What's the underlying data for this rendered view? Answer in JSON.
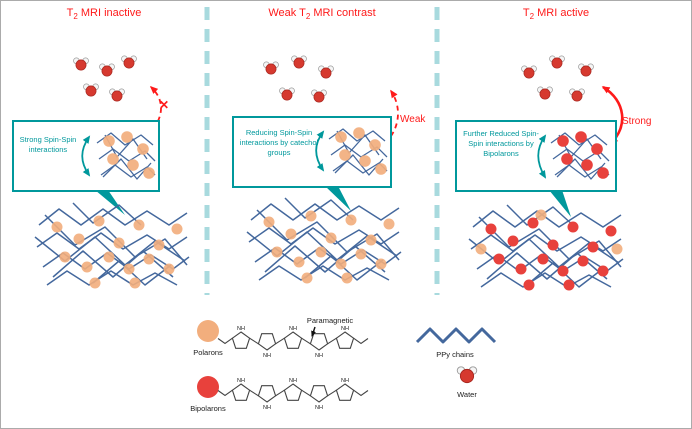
{
  "figure": {
    "panels": [
      {
        "title": {
          "pre": "T",
          "sub": "2",
          "post": " MRI inactive"
        },
        "callout_text": "Strong Spin-Spin interactions",
        "arrow_label": "✕"
      },
      {
        "title": {
          "pre": "Weak T",
          "sub": "2",
          "post": " MRI contrast"
        },
        "callout_text": "Reducing Spin-Spin interactions by catechol groups",
        "arrow_label": "Weak"
      },
      {
        "title": {
          "pre": "T",
          "sub": "2",
          "post": " MRI active"
        },
        "callout_text": "Further Reduced Spin-Spin interactions by Bipolarons",
        "arrow_label": "Strong"
      }
    ],
    "legend": {
      "polarons_label": "Polarons",
      "bipolarons_label": "Bipolarons",
      "ppy_chains_label": "PPy chains",
      "water_label": "Water"
    },
    "chemistry": {
      "paramagnetic_label": "Paramagnetic",
      "nh_label": "NH"
    },
    "colors": {
      "title_red": "#fe1a1a",
      "teal": "#00989c",
      "separator_teal": "#a8dade",
      "chain_blue": "#44689d",
      "polaron_orange": "#f2ae7d",
      "bipolaron_red": "#e8413c"
    }
  }
}
